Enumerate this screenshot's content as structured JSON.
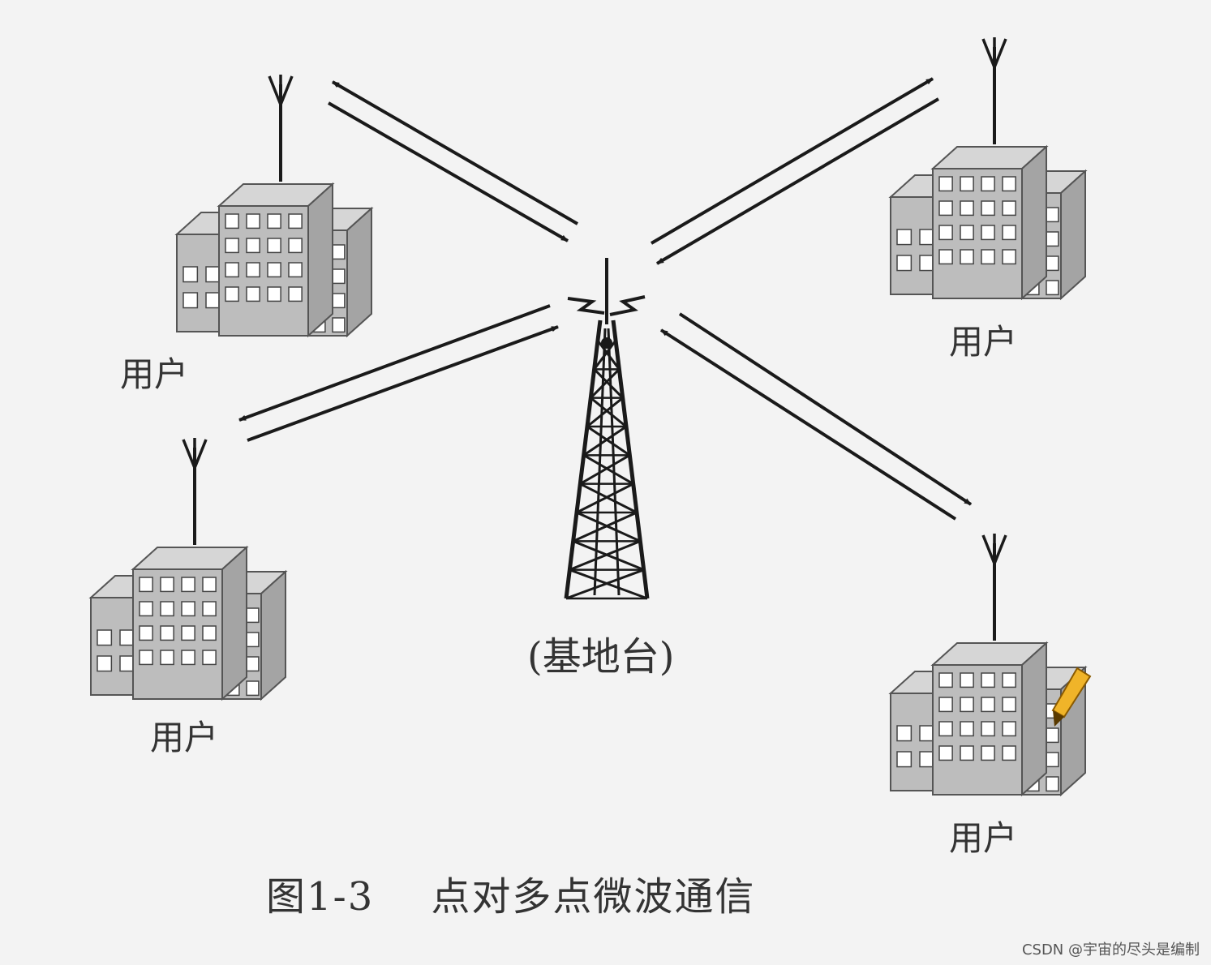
{
  "diagram": {
    "base_station_label": "(基地台)",
    "caption_number": "图1-3",
    "caption_title": "点对多点微波通信",
    "users": [
      {
        "label": "用户"
      },
      {
        "label": "用户"
      },
      {
        "label": "用户"
      },
      {
        "label": "用户"
      }
    ]
  },
  "watermark": "CSDN @宇宙的尽头是编制",
  "colors": {
    "background": "#f3f3f3",
    "building_face": "#bdbdbd",
    "building_top": "#d6d6d6",
    "building_side": "#a4a4a4",
    "ink": "#1a1a1a",
    "window": "#ffffff",
    "pencil": "#f0b429"
  },
  "icons": [
    "antenna-icon",
    "building-icon",
    "tower-icon",
    "lightning-icon",
    "pencil-icon",
    "arrow-icon"
  ]
}
